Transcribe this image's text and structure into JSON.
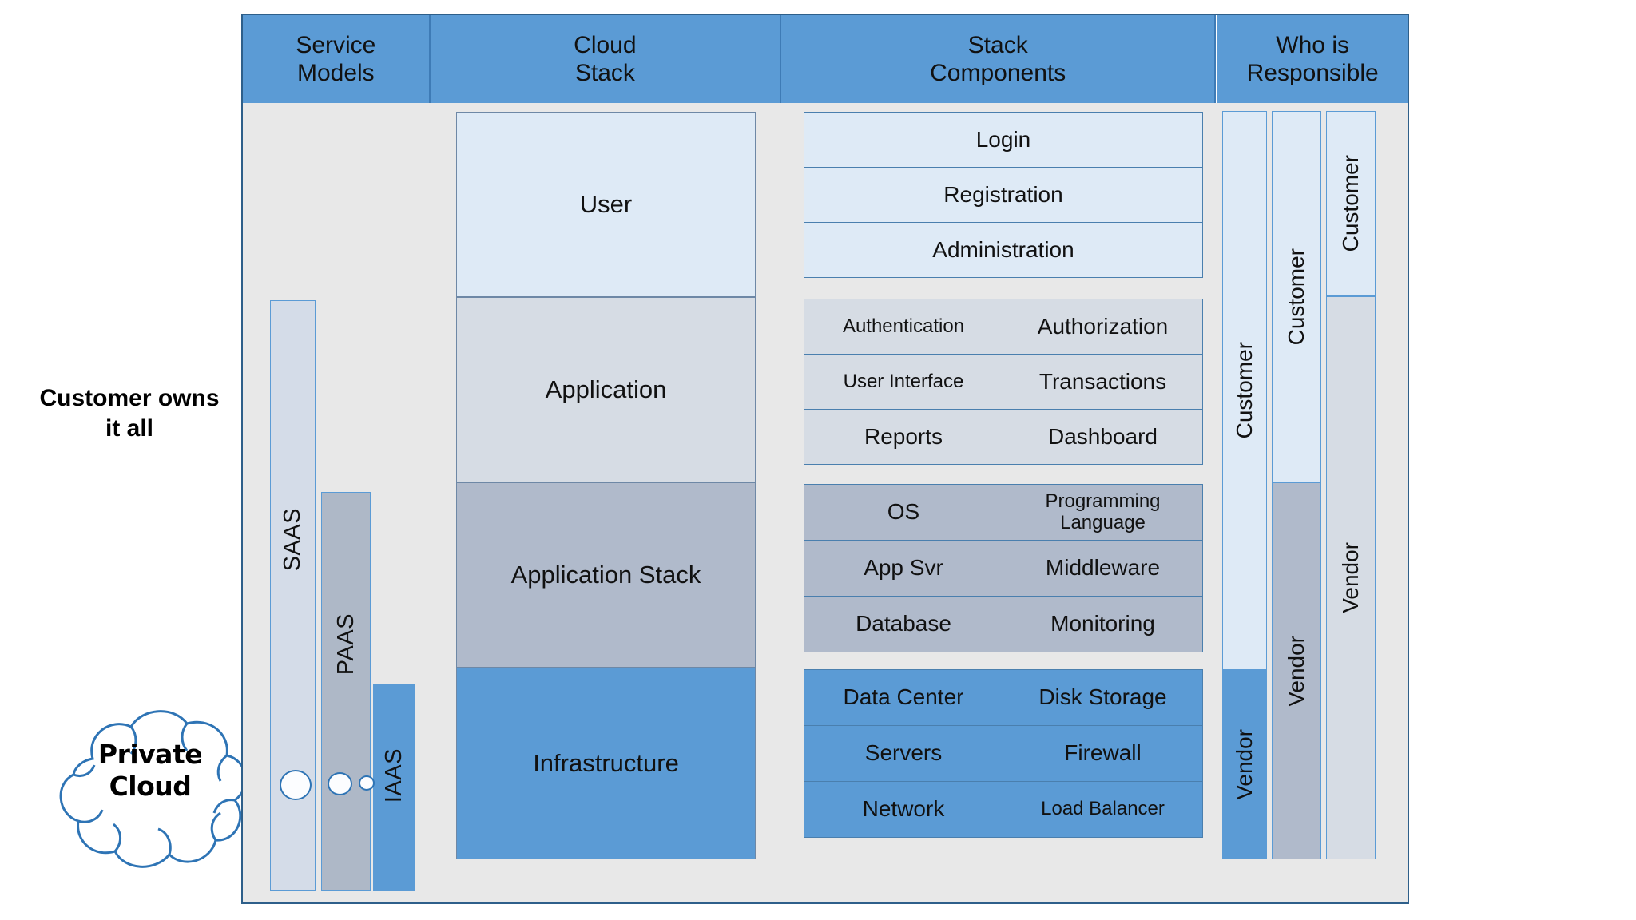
{
  "headers": [
    {
      "line1": "Service",
      "line2": "Models"
    },
    {
      "line1": "Cloud",
      "line2": "Stack"
    },
    {
      "line1": "Stack",
      "line2": "Components"
    },
    {
      "line1": "Who is",
      "line2": "Responsible"
    }
  ],
  "service_models": {
    "bars": [
      {
        "label": "SAAS",
        "color": "#D4DCE8"
      },
      {
        "label": "PAAS",
        "color": "#AEB8C7"
      },
      {
        "label": "IAAS",
        "color": "#5B9BD5"
      }
    ]
  },
  "cloud_stack": {
    "layers": [
      {
        "label": "User",
        "color": "#DEEAF6"
      },
      {
        "label": "Application",
        "color": "#D6DCE4"
      },
      {
        "label": "Application Stack",
        "color": "#B0BACB"
      },
      {
        "label": "Infrastructure",
        "color": "#5B9BD5"
      }
    ]
  },
  "stack_components": {
    "user": [
      {
        "left": "Login"
      },
      {
        "left": "Registration"
      },
      {
        "left": "Administration"
      }
    ],
    "application": [
      {
        "left": "Authentication",
        "right": "Authorization"
      },
      {
        "left": "User Interface",
        "right": "Transactions"
      },
      {
        "left": "Reports",
        "right": "Dashboard"
      }
    ],
    "application_stack": [
      {
        "left": "OS",
        "right": "Programming Language"
      },
      {
        "left": "App Svr",
        "right": "Middleware"
      },
      {
        "left": "Database",
        "right": "Monitoring"
      }
    ],
    "infrastructure": [
      {
        "left": "Data Center",
        "right": "Disk Storage"
      },
      {
        "left": "Servers",
        "right": "Firewall"
      },
      {
        "left": "Network",
        "right": "Load Balancer"
      }
    ]
  },
  "responsibility": {
    "saas": {
      "top": "Customer",
      "bottom": "Vendor"
    },
    "paas": {
      "top": "Customer",
      "bottom": "Vendor"
    },
    "iaas": {
      "top": "Customer",
      "bottom": "Vendor"
    }
  },
  "annotations": {
    "customer_owns": "Customer owns it all",
    "cloud_line1": "Private",
    "cloud_line2": "Cloud"
  },
  "colors": {
    "header_blue": "#5B9BD5",
    "panel_bg": "#E8E8E8",
    "panel_border": "#2E5F8A",
    "light_blue": "#DEEAF6",
    "light_gray": "#D6DCE4",
    "mid_gray": "#B0BACB",
    "cloud_outline": "#2E74B5"
  }
}
